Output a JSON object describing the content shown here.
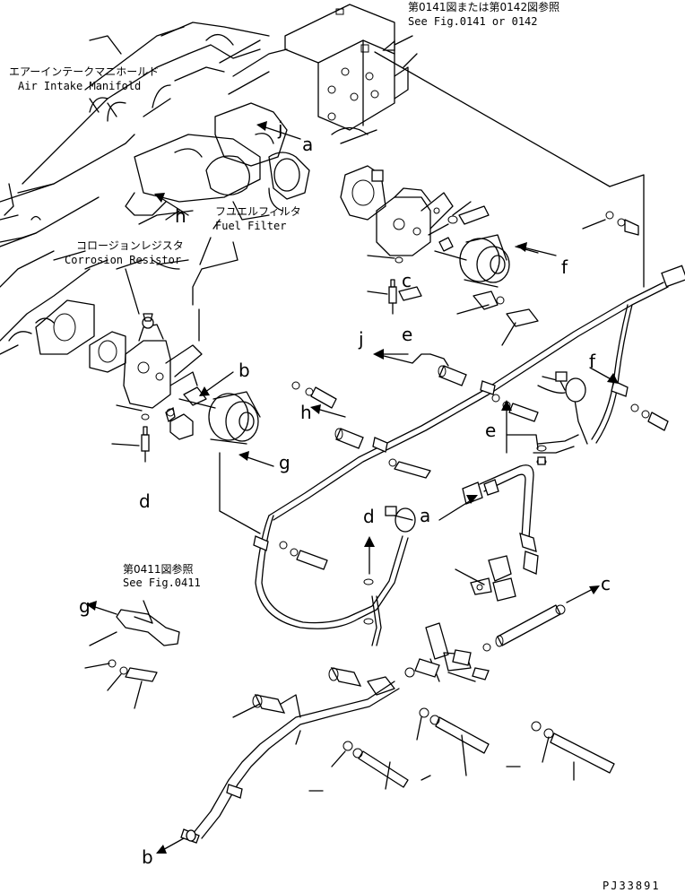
{
  "references": {
    "fig_0141_0142_jp": "第0141図または第0142図参照",
    "fig_0141_0142_en": "See Fig.0141 or 0142",
    "fig_0411_jp": "第0411図参照",
    "fig_0411_en": "See Fig.0411"
  },
  "components": {
    "air_intake_jp": "エアーインテークマニホールド",
    "air_intake_en": "Air Intake Manifold",
    "fuel_filter_jp": "フユエルフィルタ",
    "fuel_filter_en": "Fuel Filter",
    "corrosion_jp": "コロージョンレジスタ",
    "corrosion_en": "Corrosion Resistor"
  },
  "callouts": [
    "a",
    "b",
    "c",
    "d",
    "e",
    "f",
    "g",
    "h",
    "j"
  ],
  "drawing_code": "PJ33891"
}
